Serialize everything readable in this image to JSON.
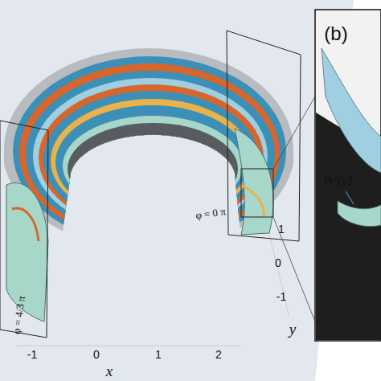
{
  "diagram": {
    "labels": [
      "(b)",
      "Wˢ(γ)",
      "φ = 0 π",
      "φ = 4/3 π",
      "-1",
      "0",
      "1",
      "2",
      "x",
      "1",
      "0",
      "-1",
      "y"
    ]
  }
}
